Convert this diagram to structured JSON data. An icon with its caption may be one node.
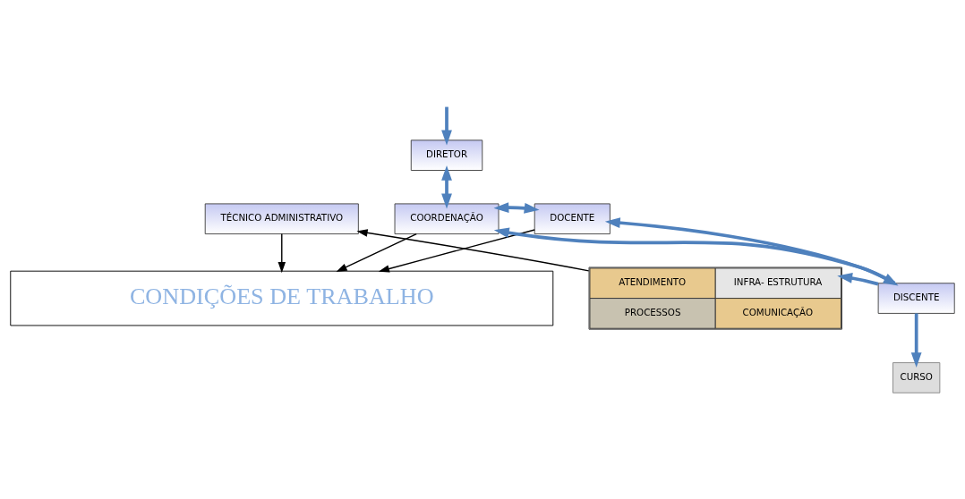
{
  "diagram": {
    "nodes": [
      {
        "text": [
          "DIRETOR"
        ]
      },
      {
        "text": [
          "TÉCNICO ADMINISTRATIVO"
        ]
      },
      {
        "text": [
          "COORDENAÇÃO"
        ]
      },
      {
        "text": [
          "DOCENTE"
        ]
      },
      {
        "text": [
          "CONDIÇÕES DE TRABALHO"
        ]
      },
      {
        "text": [
          "ATENDIMENTO",
          "INFRA- ESTRUTURA",
          "PROCESSOS",
          "COMUNICAÇÃO"
        ]
      },
      {
        "text": [
          "DISCENTE"
        ]
      },
      {
        "text": [
          "CURSO"
        ]
      }
    ],
    "edges": [
      {
        "from": null,
        "to": 0,
        "arrow": "to"
      },
      {
        "from": 0,
        "to": 2,
        "arrow": "both"
      },
      {
        "from": 2,
        "to": 3,
        "arrow": "both"
      },
      {
        "from": 1,
        "to": 4,
        "arrow": "to",
        "color": "#000000"
      },
      {
        "from": 2,
        "to": 4,
        "arrow": "to",
        "color": "#000000"
      },
      {
        "from": 3,
        "to": 4,
        "arrow": "to",
        "color": "#000000"
      },
      {
        "from": 6,
        "to": 2,
        "arrow": "to"
      },
      {
        "from": 3,
        "to": 6,
        "arrow": "both"
      },
      {
        "from": 6,
        "to": 5,
        "arrow": "to"
      },
      {
        "from": 5,
        "to": 1,
        "arrow": "to",
        "color": "#000000"
      },
      {
        "from": 6,
        "to": 7,
        "arrow": "to"
      }
    ]
  }
}
